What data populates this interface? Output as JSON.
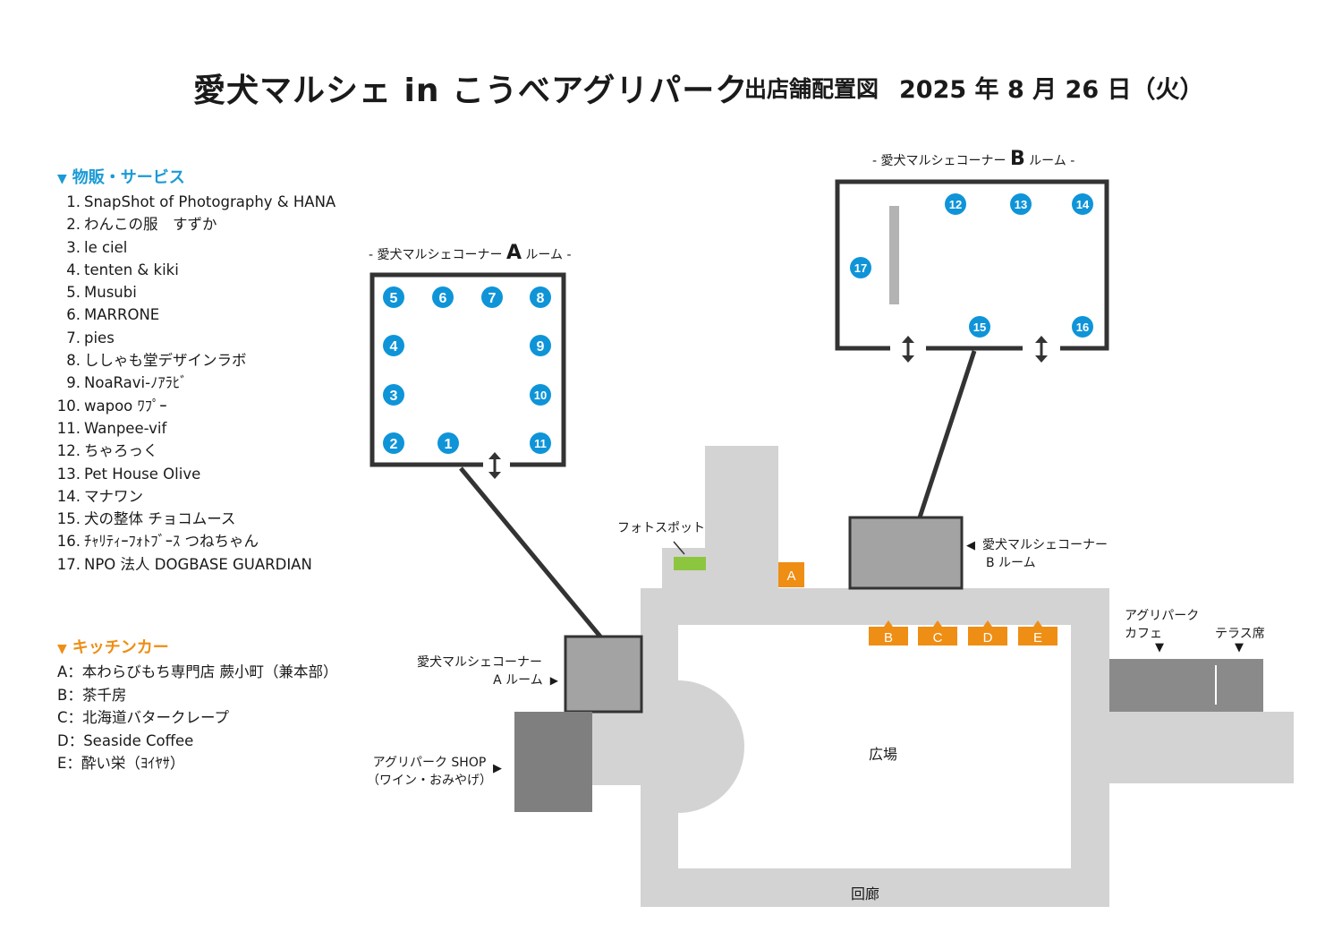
{
  "header": {
    "title": "愛犬マルシェ in こうべアグリパーク",
    "subtitle": "出店舗配置図",
    "date": "2025 年 8 月 26 日（火）"
  },
  "goods_section": {
    "heading": "物販・サービス",
    "items": [
      {
        "num": "1.",
        "name": "SnapShot of Photography & HANA"
      },
      {
        "num": "2.",
        "name": "わんこの服　すずか"
      },
      {
        "num": "3.",
        "name": "le ciel"
      },
      {
        "num": "4.",
        "name": "tenten & kiki"
      },
      {
        "num": "5.",
        "name": "Musubi"
      },
      {
        "num": "6.",
        "name": "MARRONE"
      },
      {
        "num": "7.",
        "name": "pies"
      },
      {
        "num": "8.",
        "name": "ししゃも堂デザインラボ"
      },
      {
        "num": "9.",
        "name": "NoaRavi-ﾉｱﾗﾋﾞ"
      },
      {
        "num": "10.",
        "name": "wapoo ﾜﾌﾟｰ"
      },
      {
        "num": "11.",
        "name": "Wanpee-vif"
      },
      {
        "num": "12.",
        "name": "ちゃろっく"
      },
      {
        "num": "13.",
        "name": "Pet House Olive"
      },
      {
        "num": "14.",
        "name": "マナワン"
      },
      {
        "num": "15.",
        "name": "犬の整体 チョコムース"
      },
      {
        "num": "16.",
        "name": "ﾁｬﾘﾃｨｰﾌｫﾄﾌﾞｰｽ つねちゃん"
      },
      {
        "num": "17.",
        "name": "NPO 法人 DOGBASE GUARDIAN"
      }
    ]
  },
  "kitchen_section": {
    "heading": "キッチンカー",
    "items": [
      "A：本わらびもち専門店 蕨小町（兼本部）",
      "B：茶千房",
      "C：北海道バタークレープ",
      "D：Seaside Coffee",
      "E：酔い栄（ﾖｲﾔｻ）"
    ]
  },
  "room_a": {
    "caption_pre": "- 愛犬マルシェコーナー ",
    "caption_letter": "A",
    "caption_post": " ルーム -",
    "booths": [
      "5",
      "6",
      "7",
      "8",
      "4",
      "9",
      "3",
      "10",
      "2",
      "1",
      "11"
    ]
  },
  "room_b": {
    "caption_pre": "- 愛犬マルシェコーナー ",
    "caption_letter": "B",
    "caption_post": " ルーム -",
    "booths": [
      "12",
      "13",
      "14",
      "17",
      "15",
      "16"
    ]
  },
  "map": {
    "photo_spot": "フォトスポット",
    "room_b_label_1": "愛犬マルシェコーナー",
    "room_b_label_2": "B ルーム",
    "room_a_label_1": "愛犬マルシェコーナー",
    "room_a_label_2": "A ルーム",
    "shop_label_1": "アグリパーク SHOP",
    "shop_label_2": "（ワイン・おみやげ）",
    "cafe_label_1": "アグリパーク",
    "cafe_label_2": "カフェ",
    "terrace_label": "テラス席",
    "plaza_label": "広場",
    "corridor_label": "回廊",
    "kitchen_markers": [
      "A",
      "B",
      "C",
      "D",
      "E"
    ]
  },
  "colors": {
    "booth_blue": "#0f94d8",
    "kitchen_orange": "#ee8e14",
    "photo_green": "#8cc63f",
    "corridor_gray": "#d3d3d3",
    "building_gray": "#a3a3a3",
    "shop_gray": "#7f7f7f"
  }
}
